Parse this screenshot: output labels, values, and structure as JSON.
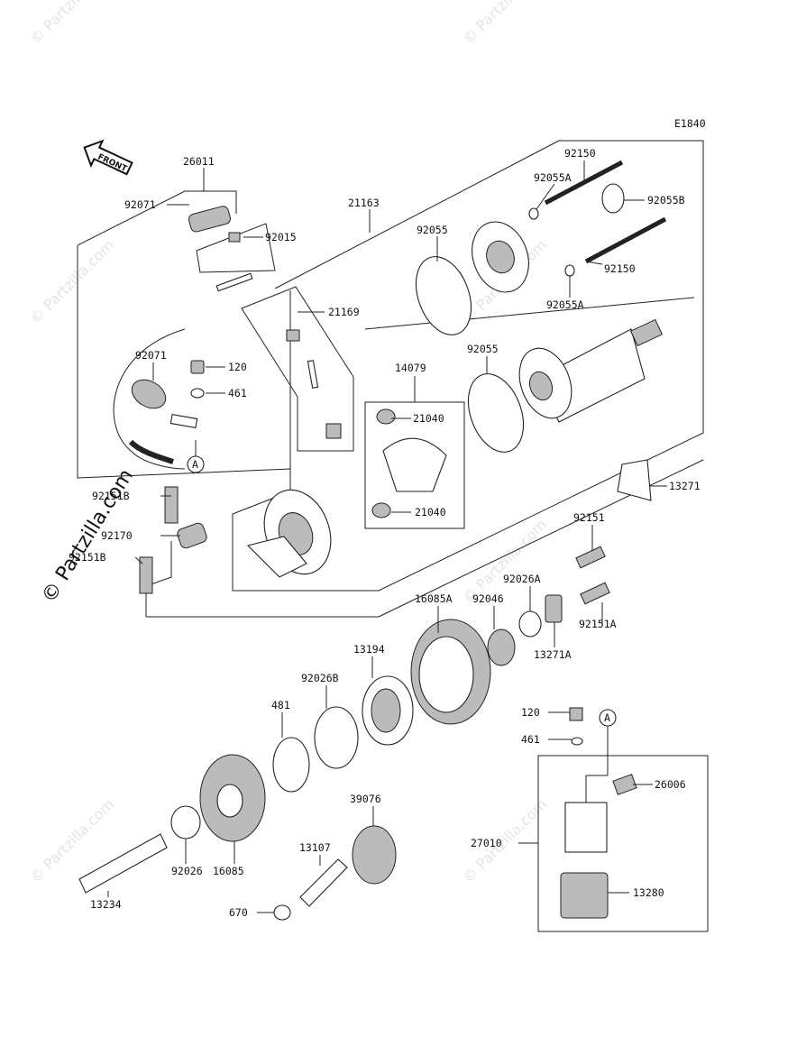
{
  "diagram_code": "E1840",
  "front_arrow_label": "FRONT",
  "reference_marker": "A",
  "watermark_text": "© Partzilla.com",
  "copyright_text": "© Partzilla.com",
  "parts": {
    "p26011": "26011",
    "p92071a": "92071",
    "p92015": "92015",
    "p21163": "21163",
    "p92150a": "92150",
    "p92055A_a": "92055A",
    "p92055B": "92055B",
    "p92055_a": "92055",
    "p92150b": "92150",
    "p92055A_b": "92055A",
    "p21169": "21169",
    "p92071b": "92071",
    "p120a": "120",
    "p461a": "461",
    "p14079": "14079",
    "p21040a": "21040",
    "p92055_b": "92055",
    "p21040b": "21040",
    "p13271": "13271",
    "p92151B_top": "92151B",
    "p92170": "92170",
    "p92151B": "92151B",
    "p92151": "92151",
    "p92026A": "92026A",
    "p16085A": "16085A",
    "p92046": "92046",
    "p92151A": "92151A",
    "p13271A": "13271A",
    "p13194": "13194",
    "p92026B": "92026B",
    "p481": "481",
    "p120b": "120",
    "p461b": "461",
    "p26006": "26006",
    "p39076": "39076",
    "p27010": "27010",
    "p13107": "13107",
    "p92026": "92026",
    "p16085": "16085",
    "p13280": "13280",
    "p13234": "13234",
    "p670": "670"
  }
}
